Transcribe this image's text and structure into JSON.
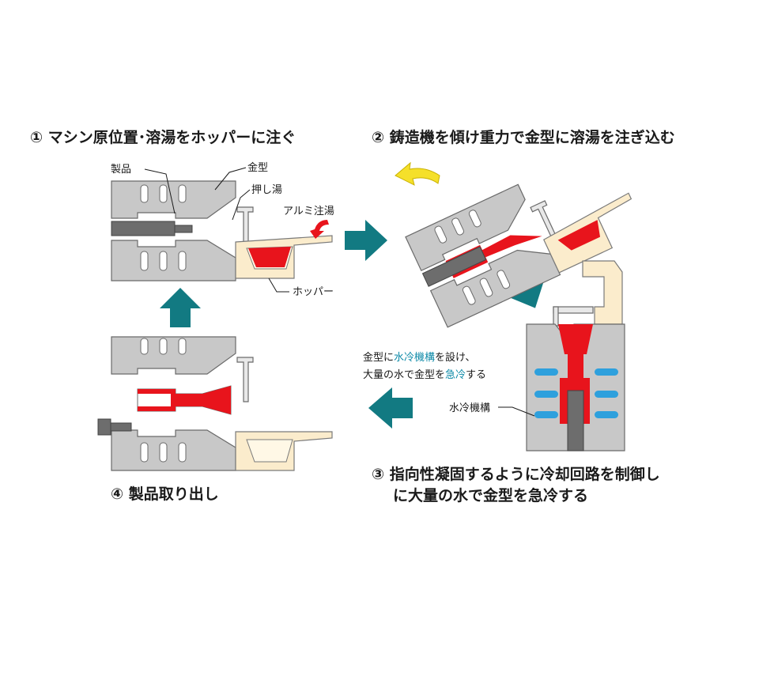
{
  "steps": {
    "step1": "① マシン原位置･溶湯をホッパーに注ぐ",
    "step2": "② 鋳造機を傾け重力で金型に溶湯を注ぎ込む",
    "step3_line1": "③ 指向性凝固するように冷却回路を制御し",
    "step3_line2": "に大量の水で金型を急冷する",
    "step4": "④ 製品取り出し"
  },
  "labels": {
    "product": "製品",
    "mold": "金型",
    "press_metal": "押し湯",
    "aluminum_pour": "アルミ注湯",
    "hopper": "ホッパー",
    "cooling_mechanism": "水冷機構"
  },
  "note": {
    "line1_a": "金型に",
    "line1_hl": "水冷機構",
    "line1_b": "を設け、",
    "line2_a": "大量の水で金型を",
    "line2_hl": "急冷",
    "line2_b": "する"
  },
  "colors": {
    "molten_metal": "#e8141c",
    "cooling_water": "#2ea0dd",
    "flow_arrow": "#127a82",
    "tilt_arrow": "#f5e02a",
    "hopper": "#fbeccc",
    "die": "#c8c8c8",
    "highlight_text": "#0e8aa8"
  }
}
